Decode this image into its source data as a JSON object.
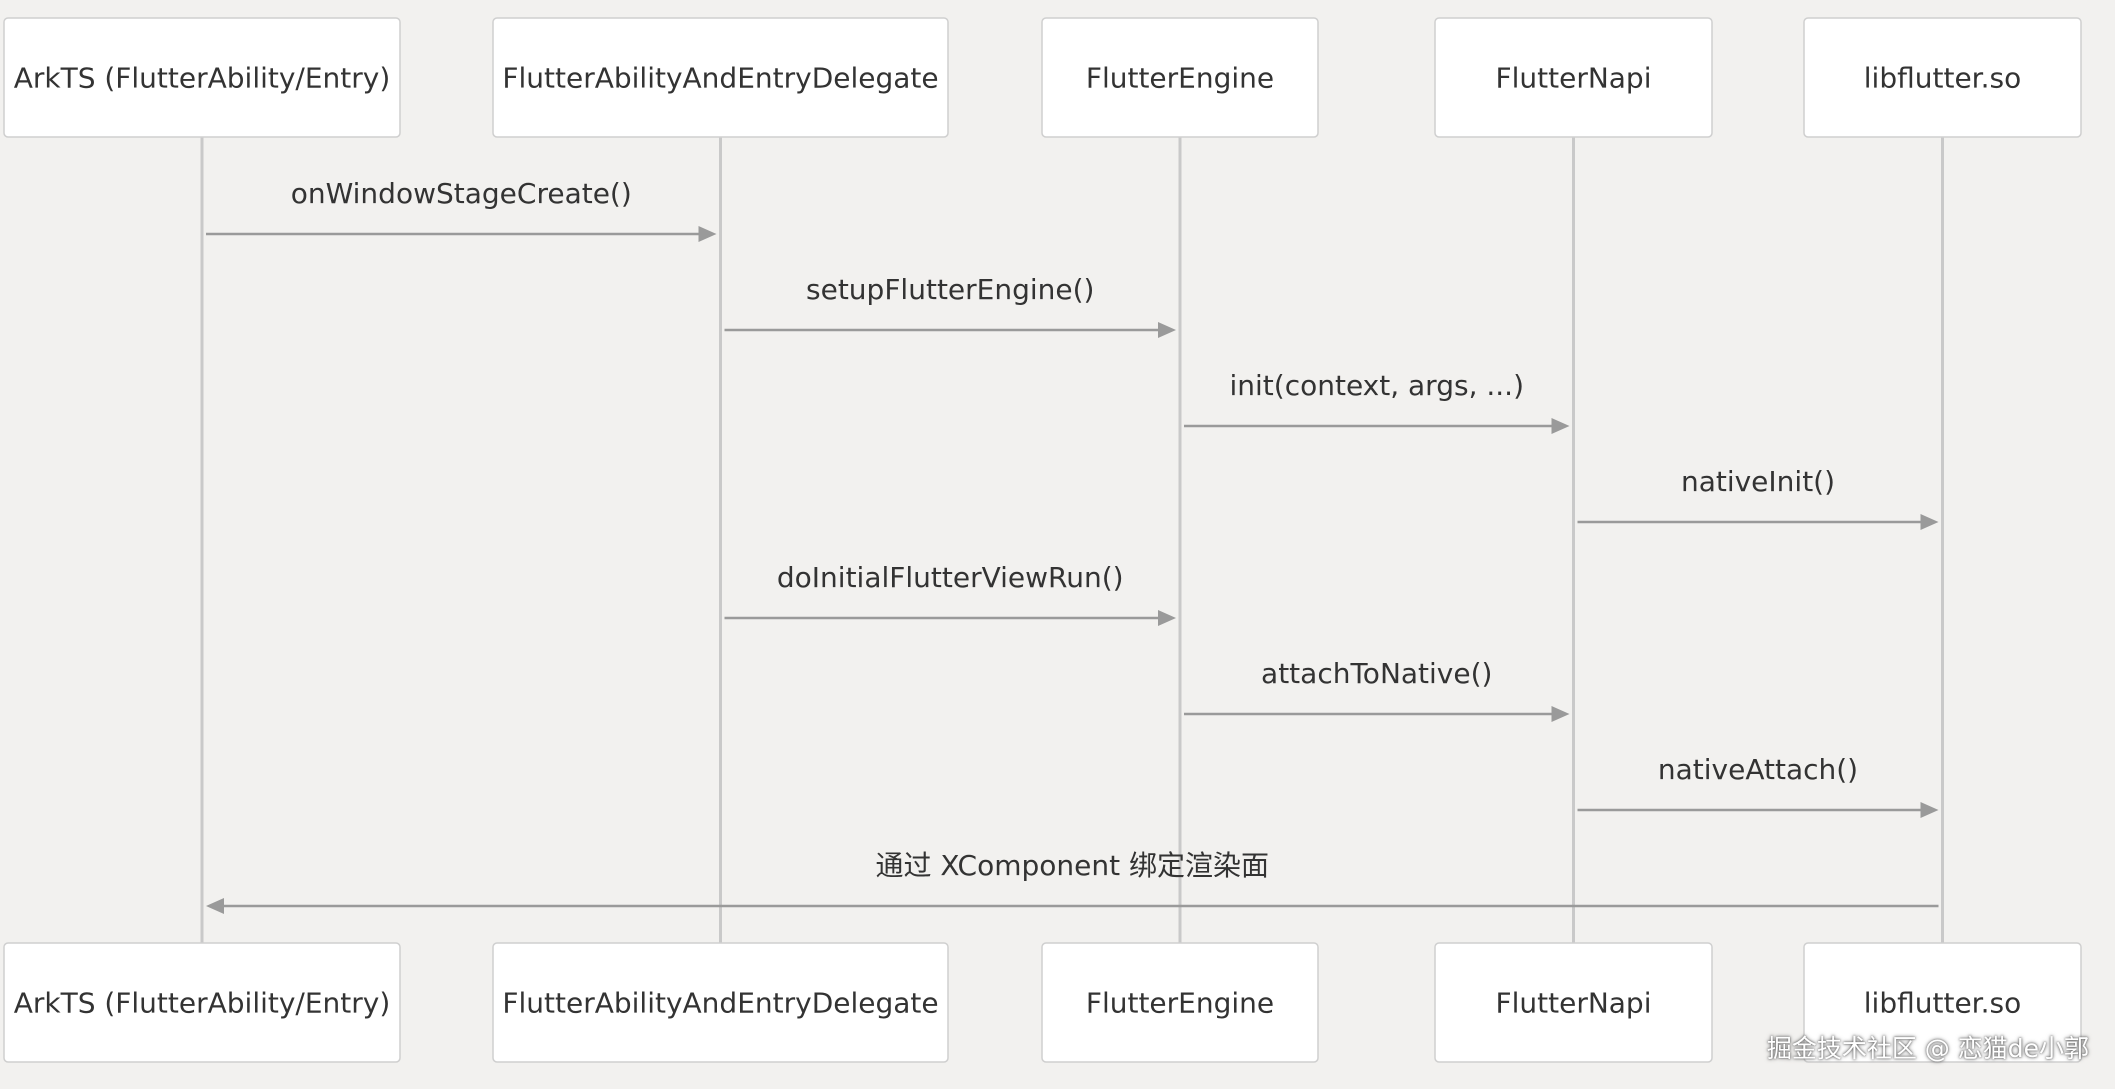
{
  "participants": [
    {
      "id": "arkts",
      "label": "ArkTS (FlutterAbility/Entry)"
    },
    {
      "id": "delegate",
      "label": "FlutterAbilityAndEntryDelegate"
    },
    {
      "id": "engine",
      "label": "FlutterEngine"
    },
    {
      "id": "napi",
      "label": "FlutterNapi"
    },
    {
      "id": "lib",
      "label": "libflutter.so"
    }
  ],
  "messages": [
    {
      "from": "arkts",
      "to": "delegate",
      "label": "onWindowStageCreate()"
    },
    {
      "from": "delegate",
      "to": "engine",
      "label": "setupFlutterEngine()"
    },
    {
      "from": "engine",
      "to": "napi",
      "label": "init(context, args, ...)"
    },
    {
      "from": "napi",
      "to": "lib",
      "label": "nativeInit()"
    },
    {
      "from": "delegate",
      "to": "engine",
      "label": "doInitialFlutterViewRun()"
    },
    {
      "from": "engine",
      "to": "napi",
      "label": "attachToNative()"
    },
    {
      "from": "napi",
      "to": "lib",
      "label": "nativeAttach()"
    },
    {
      "from": "lib",
      "to": "arkts",
      "label": "通过 XComponent 绑定渲染面"
    }
  ],
  "watermark": "掘金技术社区 @ 恋猫de小郭"
}
